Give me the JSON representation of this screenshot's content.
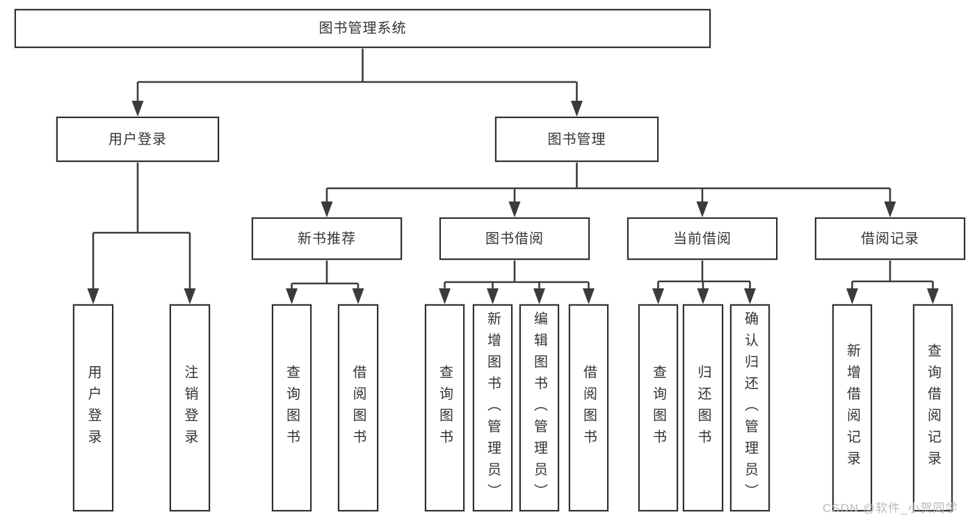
{
  "colors": {
    "background": "#ffffff",
    "box_border": "#2e2e2e",
    "connector_line": "#3b3b3b",
    "text": "#333333",
    "watermark": "#b9b9b9"
  },
  "tree": {
    "root": {
      "label": "图书管理系统"
    },
    "branches": [
      {
        "label": "用户登录",
        "children": [
          {
            "label": "用户登录"
          },
          {
            "label": "注销登录"
          }
        ]
      },
      {
        "label": "图书管理",
        "children": [
          {
            "label": "新书推荐",
            "children": [
              {
                "label": "查询图书"
              },
              {
                "label": "借阅图书"
              }
            ]
          },
          {
            "label": "图书借阅",
            "children": [
              {
                "label": "查询图书"
              },
              {
                "label": "新增图书（管理员）"
              },
              {
                "label": "编辑图书（管理员）"
              },
              {
                "label": "借阅图书"
              }
            ]
          },
          {
            "label": "当前借阅",
            "children": [
              {
                "label": "查询图书"
              },
              {
                "label": "归还图书"
              },
              {
                "label": "确认归还（管理员）"
              }
            ]
          },
          {
            "label": "借阅记录",
            "children": [
              {
                "label": "新增借阅记录"
              },
              {
                "label": "查询借阅记录"
              }
            ]
          }
        ]
      }
    ]
  },
  "watermark": {
    "text": "CSDN @软件_小贺同学"
  }
}
